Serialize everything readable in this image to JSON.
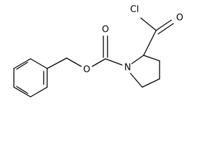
{
  "molecule": {
    "atoms": {
      "chlorine": "Cl",
      "acyl_oxygen": "O",
      "carbonyl_oxygen": "O",
      "ester_oxygen": "O",
      "ring_nitrogen": "N"
    }
  },
  "colors": {
    "bond": "#000000",
    "label": "#000000",
    "background": "#ffffff"
  }
}
